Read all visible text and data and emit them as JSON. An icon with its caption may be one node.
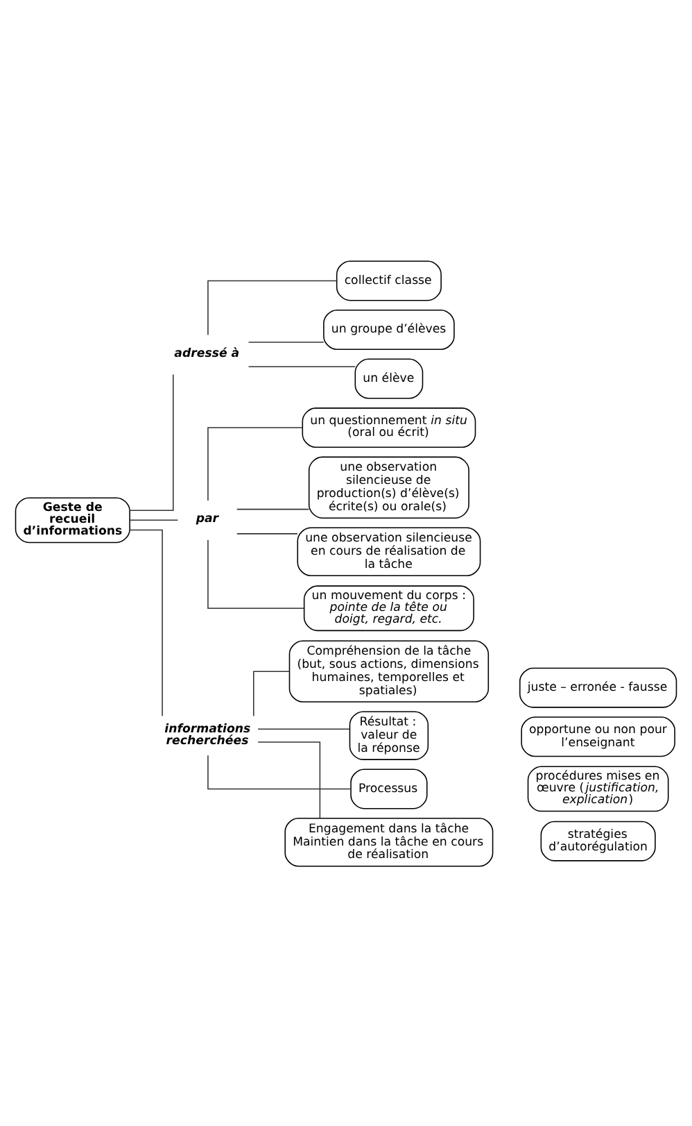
{
  "diagram": {
    "nodes": [
      {
        "text": [
          "Geste de recueil d’informations"
        ]
      },
      {
        "text": [
          "adressé à"
        ]
      },
      {
        "text": [
          "collectif classe"
        ]
      },
      {
        "text": [
          "un groupe d’élèves"
        ]
      },
      {
        "text": [
          "un élève"
        ]
      },
      {
        "text": [
          "par"
        ]
      },
      {
        "text": [
          "un questionnement *in situ* (oral ou écrit)"
        ]
      },
      {
        "text": [
          "une observation silencieuse de production(s) d’élève(s) écrite(s) ou orale(s)"
        ]
      },
      {
        "text": [
          "une observation silencieuse en cours de réalisation de la tâche"
        ]
      },
      {
        "text": [
          "un mouvement du corps : *pointe de la tête ou doigt, regard, etc.*"
        ]
      },
      {
        "text": [
          "informations recherchées"
        ]
      },
      {
        "text": [
          "Compréhension de la tâche (but, sous actions, dimensions humaines, temporelles et spatiales)"
        ]
      },
      {
        "text": [
          "Résultat : valeur de la réponse"
        ]
      },
      {
        "text": [
          "juste – erronée - fausse"
        ]
      },
      {
        "text": [
          "opportune ou non pour l’enseignant"
        ]
      },
      {
        "text": [
          "Processus"
        ]
      },
      {
        "text": [
          "procédures mises en œuvre (*justification, explication*)"
        ]
      },
      {
        "text": [
          "stratégies d’autorégulation"
        ]
      },
      {
        "text": [
          "Engagement dans la tâche",
          "Maintien dans la tâche en cours de réalisation"
        ]
      }
    ],
    "edges": [
      {
        "from": 0,
        "to": 1,
        "arrow": "none"
      },
      {
        "from": 1,
        "to": 2,
        "arrow": "none"
      },
      {
        "from": 1,
        "to": 3,
        "arrow": "none"
      },
      {
        "from": 1,
        "to": 4,
        "arrow": "none"
      },
      {
        "from": 0,
        "to": 5,
        "arrow": "none"
      },
      {
        "from": 5,
        "to": 6,
        "arrow": "none"
      },
      {
        "from": 5,
        "to": 7,
        "arrow": "none"
      },
      {
        "from": 5,
        "to": 8,
        "arrow": "none"
      },
      {
        "from": 5,
        "to": 9,
        "arrow": "none"
      },
      {
        "from": 0,
        "to": 10,
        "arrow": "none"
      },
      {
        "from": 10,
        "to": 11,
        "arrow": "none"
      },
      {
        "from": 10,
        "to": 12,
        "arrow": "none"
      },
      {
        "from": 10,
        "to": 15,
        "arrow": "none"
      },
      {
        "from": 10,
        "to": 18,
        "arrow": "none"
      }
    ]
  }
}
